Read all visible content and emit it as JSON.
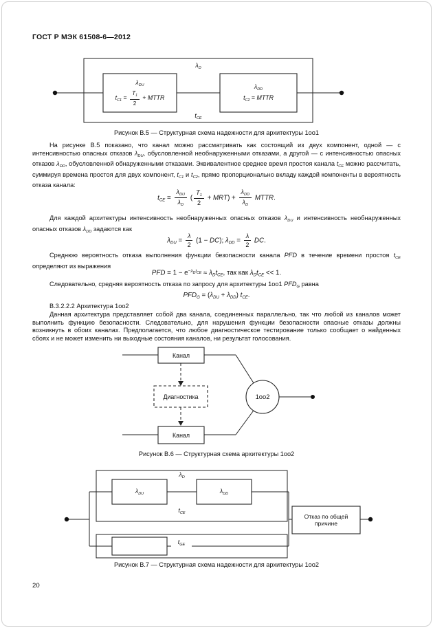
{
  "header": {
    "title": "ГОСТ Р МЭК 61508-6—2012"
  },
  "page_number": "20",
  "section_heading": "В.3.2.2.2 Архитектура 1oo2",
  "figure_b5": {
    "caption": "Рисунок В.5 — Структурная схема надежности для архитектуры 1oo1",
    "lambda_d": [
      {
        "v": "λ",
        "s": "D"
      }
    ],
    "t_ce": [
      {
        "v": "t",
        "s": "CE"
      }
    ],
    "box1_line1": [
      {
        "v": "λ",
        "s": "DU"
      }
    ],
    "box1_line2": [
      {
        "v": "t",
        "s": "C1"
      },
      {
        "t": " = "
      },
      {
        "f": {
          "n": [
            {
              "v": "T",
              "s": "1"
            }
          ],
          "d": [
            {
              "t": "2"
            }
          ]
        }
      },
      {
        "t": " + "
      },
      {
        "i": "MTTR"
      }
    ],
    "box2_line1": [
      {
        "v": "λ",
        "s": "DD"
      }
    ],
    "box2_line2": [
      {
        "v": "t",
        "s": "C2"
      },
      {
        "t": " = "
      },
      {
        "i": "MTTR"
      }
    ]
  },
  "paragraphs": {
    "p1": [
      {
        "t": "На рисунке В.5 показано, что канал можно рассматривать как состоящий из двух компонент, одной — с интенсивностью опасных отказов "
      },
      {
        "v": "λ",
        "s": "DU"
      },
      {
        "t": ", обусловленной необнаруженными отказами, а другой — с интенсивностью опасных отказов "
      },
      {
        "v": "λ",
        "s": "DD"
      },
      {
        "t": ", обусловленной обнаруженными отказами. Эквивалентное среднее время простоя канала "
      },
      {
        "v": "t",
        "s": "CE"
      },
      {
        "t": " можно рассчитать, суммируя времена простоя для двух компонент, "
      },
      {
        "v": "t",
        "s": "C1"
      },
      {
        "t": " и "
      },
      {
        "v": "t",
        "s": "C2"
      },
      {
        "t": ", прямо пропорционально вкладу каждой компоненты в вероятность отказа канала:"
      }
    ],
    "p2": [
      {
        "t": "Для каждой архитектуры интенсивность необнаруженных опасных отказов "
      },
      {
        "v": "λ",
        "s": "DU"
      },
      {
        "t": " и интенсивность необнаруженных опасных отказов "
      },
      {
        "v": "λ",
        "s": "DD"
      },
      {
        "t": " задаются как"
      }
    ],
    "p3": [
      {
        "t": "Среднюю вероятность отказа выполнения функции безопасности канала "
      },
      {
        "i": "PFD"
      },
      {
        "t": " в течение времени простоя "
      },
      {
        "v": "t",
        "s": "CE"
      },
      {
        "t": " определяют из выражения"
      }
    ],
    "p4": [
      {
        "t": "Следовательно, средняя вероятность отказа по запросу для архитектуры 1oo1 "
      },
      {
        "v": "PFD",
        "s": "G"
      },
      {
        "t": " равна"
      }
    ],
    "p5": [
      {
        "t": "Данная архитектура представляет собой два канала, соединенных параллельно, так что любой из каналов может выполнить функцию безопасности. Следовательно, для нарушения функции безопасности опасные отказы должны возникнуть в обоих каналах. Предполагается, что любое диагностическое тестирование только сообщает о найденных сбоях и не может изменить ни выходные состояния каналов, ни результат голосования."
      }
    ]
  },
  "formulas": {
    "f1": [
      {
        "v": "t",
        "s": "CE"
      },
      {
        "t": " = "
      },
      {
        "f": {
          "n": [
            {
              "v": "λ",
              "s": "DU"
            }
          ],
          "d": [
            {
              "v": "λ",
              "s": "D"
            }
          ]
        }
      },
      {
        "t": " ("
      },
      {
        "f": {
          "n": [
            {
              "v": "T",
              "s": "1"
            }
          ],
          "d": [
            {
              "t": "2"
            }
          ]
        }
      },
      {
        "t": " + "
      },
      {
        "i": "MRT"
      },
      {
        "t": ") + "
      },
      {
        "f": {
          "n": [
            {
              "v": "λ",
              "s": "DD"
            }
          ],
          "d": [
            {
              "v": "λ",
              "s": "D"
            }
          ]
        }
      },
      {
        "t": " "
      },
      {
        "i": "MTTR"
      },
      {
        "t": "."
      }
    ],
    "f2": [
      {
        "v": "λ",
        "s": "DU"
      },
      {
        "t": " = "
      },
      {
        "f": {
          "n": [
            {
              "i": "λ"
            }
          ],
          "d": [
            {
              "t": "2"
            }
          ]
        }
      },
      {
        "t": " (1 − "
      },
      {
        "i": "DC"
      },
      {
        "t": ");   "
      },
      {
        "v": "λ",
        "s": "DD"
      },
      {
        "t": " = "
      },
      {
        "f": {
          "n": [
            {
              "i": "λ"
            }
          ],
          "d": [
            {
              "t": "2"
            }
          ]
        }
      },
      {
        "t": " "
      },
      {
        "i": "DC"
      },
      {
        "t": "."
      }
    ],
    "f3": [
      {
        "i": "PFD"
      },
      {
        "t": " = 1 − e"
      },
      {
        "sup": [
          {
            "t": "−"
          },
          {
            "v": "λ",
            "s": "D"
          },
          {
            "v": "t",
            "s": "CE"
          }
        ]
      },
      {
        "t": " ≈ "
      },
      {
        "v": "λ",
        "s": "D"
      },
      {
        "v": "t",
        "s": "CE"
      },
      {
        "t": ",  так как "
      },
      {
        "v": "λ",
        "s": "D"
      },
      {
        "v": "t",
        "s": "CE"
      },
      {
        "t": " << 1."
      }
    ],
    "f4": [
      {
        "v": "PFD",
        "s": "G"
      },
      {
        "t": " = ("
      },
      {
        "v": "λ",
        "s": "DU"
      },
      {
        "t": " + "
      },
      {
        "v": "λ",
        "s": "DD"
      },
      {
        "t": ") "
      },
      {
        "v": "t",
        "s": "CE"
      },
      {
        "t": "."
      }
    ]
  },
  "figure_b6": {
    "caption": "Рисунок В.6 — Структурная схема архитектуры 1oo2",
    "channel_top": "Канал",
    "diagnostics": "Диагностика",
    "channel_bottom": "Канал",
    "voter": "1oo2"
  },
  "figure_b7": {
    "caption": "Рисунок В.7 — Структурная схема надежности для архитектуры 1oo2",
    "lambda_d": [
      {
        "v": "λ",
        "s": "D"
      }
    ],
    "t_ce": [
      {
        "v": "t",
        "s": "CE"
      }
    ],
    "t_ge": [
      {
        "v": "t",
        "s": "GE"
      }
    ],
    "lambda_du": [
      {
        "v": "λ",
        "s": "DU"
      }
    ],
    "lambda_dd": [
      {
        "v": "λ",
        "s": "DD"
      }
    ],
    "common_cause": "Отказ по общей причине"
  }
}
